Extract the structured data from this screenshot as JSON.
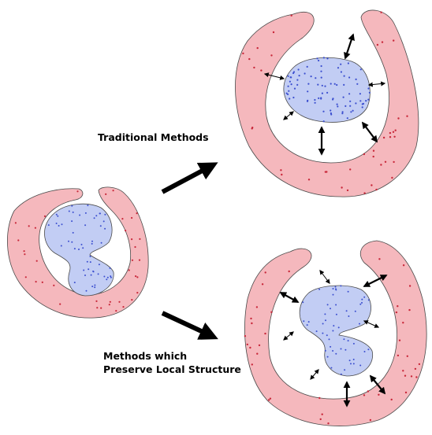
{
  "labels": {
    "traditional": "Traditional Methods",
    "preserve_line1": "Methods which",
    "preserve_line2": "Preserve Local Structure"
  },
  "colors": {
    "outer_fill": "#f5b8bd",
    "outer_points": "#c8283a",
    "inner_fill": "#c2cdf4",
    "inner_points": "#3c4fcf",
    "arrows": "#000000"
  }
}
